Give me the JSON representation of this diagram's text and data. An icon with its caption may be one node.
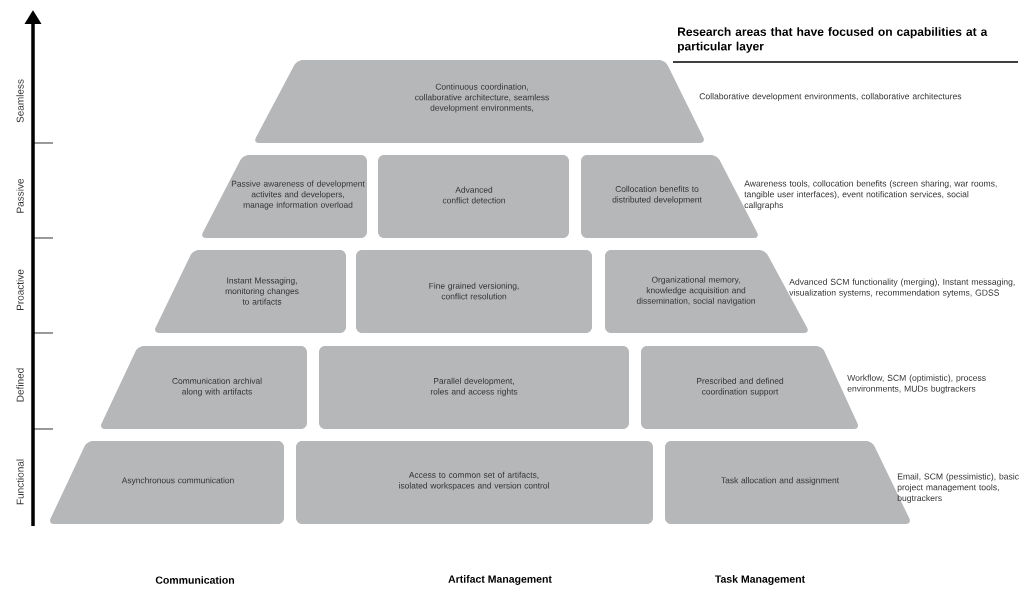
{
  "diagram": {
    "nodes": [
      {
        "text": [
          "Continuous coordination, collaborative architecture, seamless development environments,"
        ]
      },
      {
        "text": [
          "Passive awareness of development activites and developers, manage information overload"
        ]
      },
      {
        "text": [
          "Advanced conflict detection"
        ]
      },
      {
        "text": [
          "Collocation benefits to distributed development"
        ]
      },
      {
        "text": [
          "Instant Messaging, monitoring changes to artifacts"
        ]
      },
      {
        "text": [
          "Fine grained versioning, conflict resolution"
        ]
      },
      {
        "text": [
          "Organizational memory, knowledge acquisition and dissemination, social navigation"
        ]
      },
      {
        "text": [
          "Communication archival along with artifacts"
        ]
      },
      {
        "text": [
          "Parallel development, roles and access rights"
        ]
      },
      {
        "text": [
          "Prescribed and defined coordination support"
        ]
      },
      {
        "text": [
          "Asynchronous communication"
        ]
      },
      {
        "text": [
          "Access to common set of artifacts, isolated workspaces and version control"
        ]
      },
      {
        "text": [
          "Task allocation and assignment"
        ]
      }
    ],
    "labels": [
      "Research areas that have focused on capabilities at a particular layer",
      "Collaborative development environments, collaborative architectures",
      "Awareness tools, collocation benefits (screen sharing, war rooms, tangible user interfaces), event notification services, social callgraphs",
      "Advanced SCM functionality (merging), Instant messaging, visualization systems, recommendation sytems, GDSS",
      "Workflow, SCM (optimistic), process environments, MUDs bugtrackers",
      "Email, SCM (pessimistic), basic project management tools, bugtrackers",
      "Seamless",
      "Passive",
      "Proactive",
      "Defined",
      "Functional",
      "Communication",
      "Artifact Management",
      "Task Management"
    ]
  }
}
